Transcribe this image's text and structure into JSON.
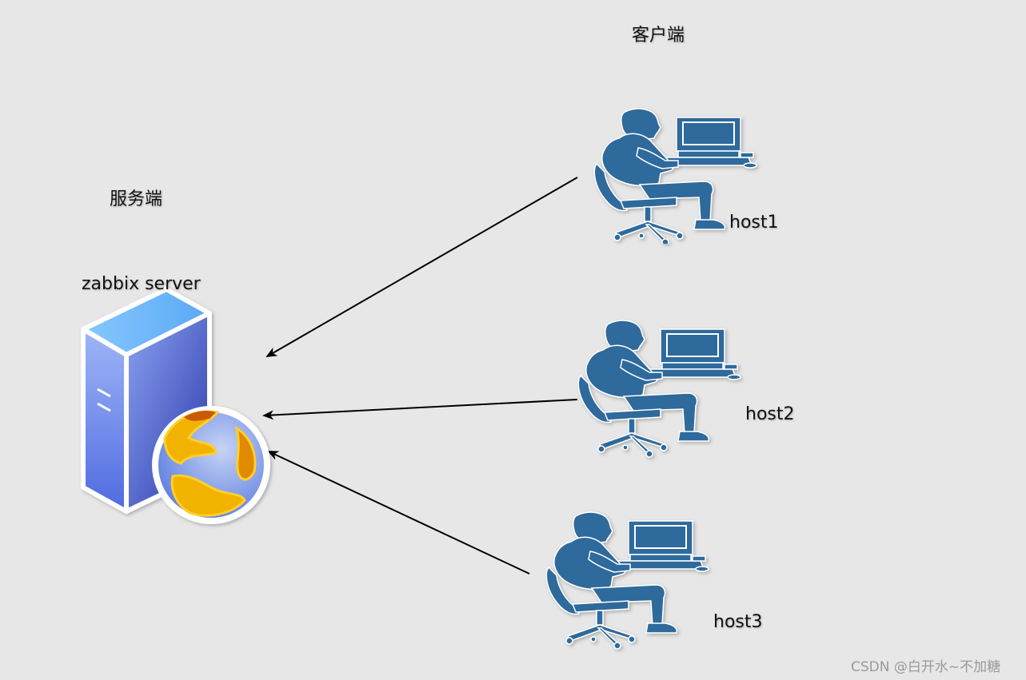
{
  "client_title": "客户端",
  "server_title": "服务端",
  "server_label": "zabbix server",
  "hosts": [
    {
      "label": "host1"
    },
    {
      "label": "host2"
    },
    {
      "label": "host3"
    }
  ],
  "watermark": "CSDN @白开水~不加糖",
  "colors": {
    "background": "#e7e7e7",
    "person": "#2e6a9c",
    "server_front": "#6e8ef0",
    "globe_gold": "#f2b300",
    "arrow": "#000000"
  },
  "icons": {
    "server": "server-globe-icon",
    "client": "person-at-computer-icon"
  }
}
